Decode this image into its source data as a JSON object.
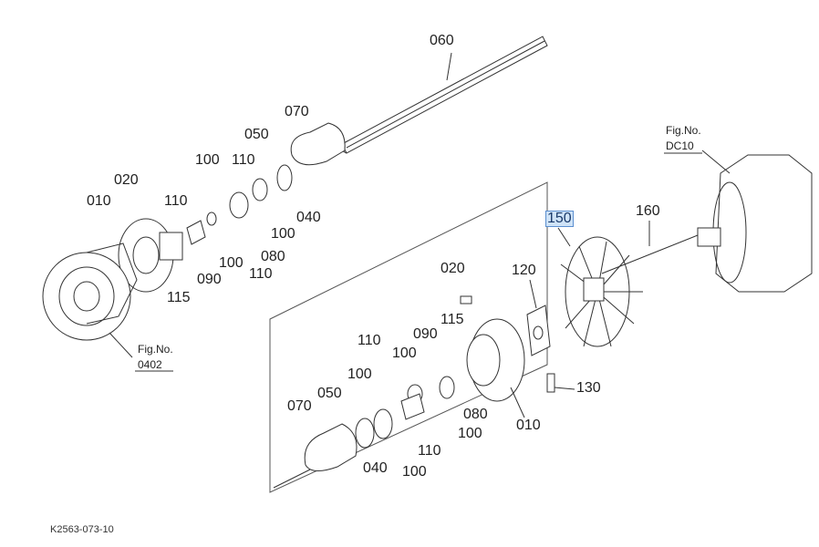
{
  "diagram_code": "K2563-073-10",
  "highlighted_part": "150",
  "fig_refs": [
    {
      "label": "Fig.No.",
      "number": "0402"
    },
    {
      "label": "Fig.No.",
      "number": "DC10"
    }
  ],
  "labels": [
    "060",
    "070",
    "050",
    "100",
    "110",
    "020",
    "010",
    "110",
    "040",
    "100",
    "080",
    "100",
    "110",
    "090",
    "115",
    "150",
    "160",
    "020",
    "120",
    "115",
    "090",
    "110",
    "100",
    "100",
    "130",
    "070",
    "050",
    "080",
    "100",
    "010",
    "110",
    "040",
    "100"
  ]
}
